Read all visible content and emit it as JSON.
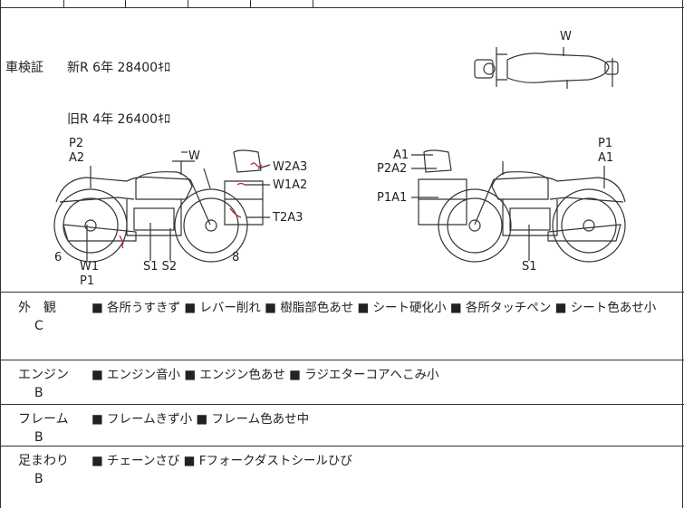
{
  "inspection": {
    "label": "車検証",
    "new_line": "新R 6年 28400ｷﾛ",
    "old_line": "旧R 4年 26400ｷﾛ"
  },
  "diagram_labels": {
    "top_w": "W",
    "left_p2": "P2",
    "left_a2": "A2",
    "left_w": "W",
    "left_w2a3": "W2A3",
    "left_w1a2": "W1A2",
    "left_t2a3": "T2A3",
    "left_6": "6",
    "left_w1": "W1",
    "left_p1": "P1",
    "left_s1s2": "S1 S2",
    "left_8": "8",
    "right_a1": "A1",
    "right_p2a2": "P2A2",
    "right_p1a1": "P1A1",
    "right_p1": "P1",
    "right_a1b": "A1",
    "right_s1": "S1"
  },
  "sections": [
    {
      "title": "外　観",
      "grade": "C",
      "text": "■ 各所うすきず ■ レバー削れ ■ 樹脂部色あせ ■ シート硬化小 ■ 各所タッチペン ■ シート色あせ小"
    },
    {
      "title": "エンジン",
      "grade": "B",
      "text": "■ エンジン音小 ■ エンジン色あせ ■ ラジエターコアへこみ小"
    },
    {
      "title": "フレーム",
      "grade": "B",
      "text": "■ フレームきず小 ■ フレーム色あせ中"
    },
    {
      "title": "足まわり",
      "grade": "B",
      "text": "■ チェーンさび ■ Fフォークダストシールひび"
    }
  ]
}
